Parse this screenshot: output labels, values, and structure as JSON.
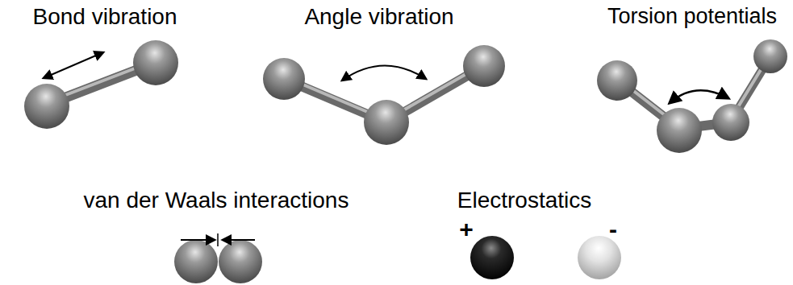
{
  "diagram": {
    "labels": [
      "Bond vibration",
      "Angle vibration",
      "Torsion potentials",
      "van der Waals interactions",
      "Electrostatics",
      "+",
      "-"
    ]
  }
}
